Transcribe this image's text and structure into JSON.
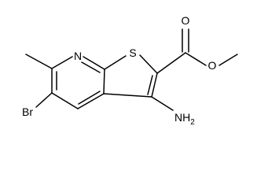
{
  "diagram": {
    "type": "chemical-structure",
    "atoms": {
      "n": "N",
      "s": "S",
      "o_carbonyl": "O",
      "o_ester": "O",
      "br": "Br",
      "nh2": "NH2"
    },
    "colors": {
      "bond": "#000000",
      "label": "#000000",
      "background": "#ffffff"
    }
  }
}
